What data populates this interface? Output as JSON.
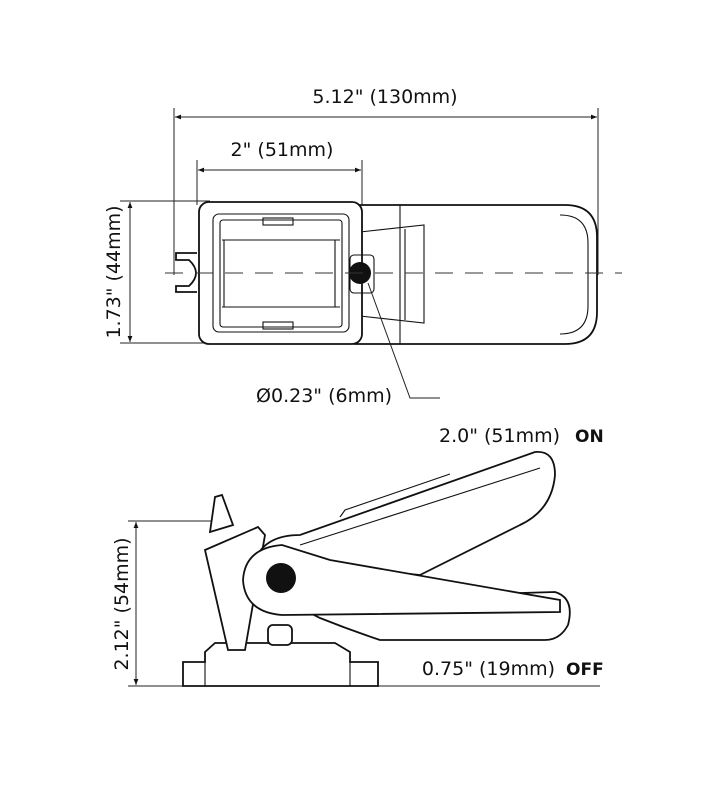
{
  "top_view": {
    "overall_length": "5.12\" (130mm)",
    "body_width": "2\" (51mm)",
    "height": "1.73\" (44mm)",
    "hole_diameter": "Ø0.23\" (6mm)"
  },
  "side_view": {
    "on_height": "2.0\" (51mm)",
    "on_label": "ON",
    "off_height": "0.75\" (19mm)",
    "off_label": "OFF",
    "total_height": "2.12\" (54mm)"
  },
  "colors": {
    "line": "#111111",
    "background": "#ffffff"
  }
}
